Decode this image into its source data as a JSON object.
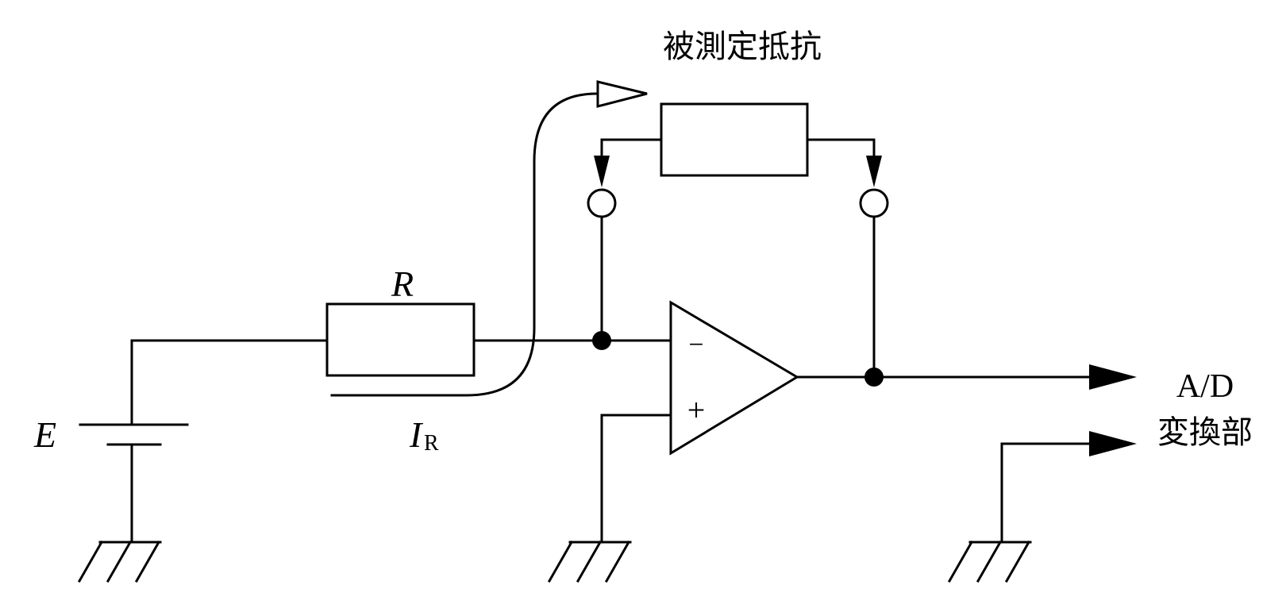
{
  "labels": {
    "measured_resistor": "被測定抵抗",
    "resistor": "R",
    "battery": "E",
    "current_main": "I",
    "current_sub": "R",
    "opamp_minus": "−",
    "opamp_plus": "+",
    "adc_line1": "A/D",
    "adc_line2": "変換部"
  }
}
